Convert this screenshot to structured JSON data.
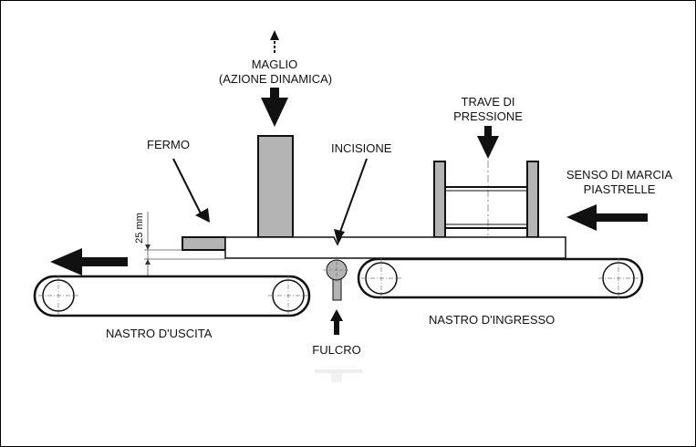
{
  "labels": {
    "maglio_line1": "MAGLIO",
    "maglio_line2": "(AZIONE DINAMICA)",
    "trave_line1": "TRAVE DI",
    "trave_line2": "PRESSIONE",
    "fermo": "FERMO",
    "incisione": "INCISIONE",
    "senso_line1": "SENSO DI MARCIA",
    "senso_line2": "PIASTRELLE",
    "dimension": "25 mm",
    "nastro_uscita": "NASTRO D'USCITA",
    "nastro_ingresso": "NASTRO D'INGRESSO",
    "fulcro": "FULCRO"
  },
  "colors": {
    "part_fill": "#b4b4b4",
    "stroke": "#111111",
    "background": "#ffffff"
  }
}
